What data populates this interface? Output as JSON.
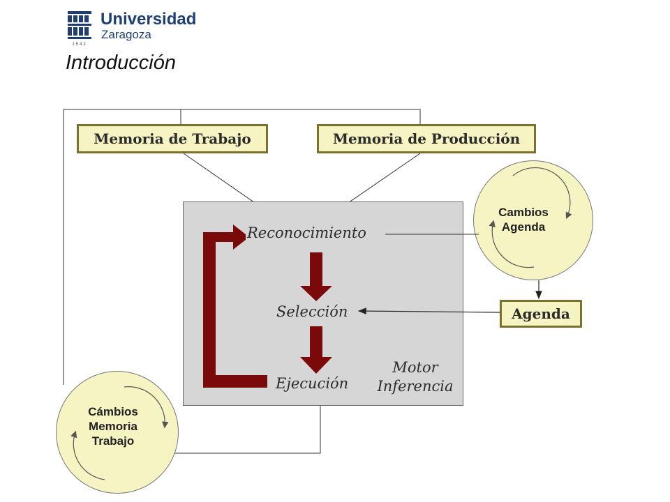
{
  "header": {
    "logo_line1": "Universidad",
    "logo_line2": "Zaragoza",
    "logo_year": "1542",
    "title": "Introducción"
  },
  "diagram": {
    "working_memory": "Memoria de Trabajo",
    "production_memory": "Memoria de Producción",
    "agenda": "Agenda",
    "stages": {
      "recognition": "Reconocimiento",
      "selection": "Selección",
      "execution": "Ejecución"
    },
    "engine_label_line1": "Motor",
    "engine_label_line2": "Inferencia",
    "agenda_changes_line1": "Cambios",
    "agenda_changes_line2": "Agenda",
    "wm_changes_line1": "Cámbios",
    "wm_changes_line2": "Memoria",
    "wm_changes_line3": "Trabajo"
  },
  "colors": {
    "box_fill": "#f7f4c4",
    "box_border": "#7a7030",
    "engine_fill": "#d6d6d6",
    "arrow_red": "#7a0a0a",
    "logo_blue": "#1f3f73"
  }
}
